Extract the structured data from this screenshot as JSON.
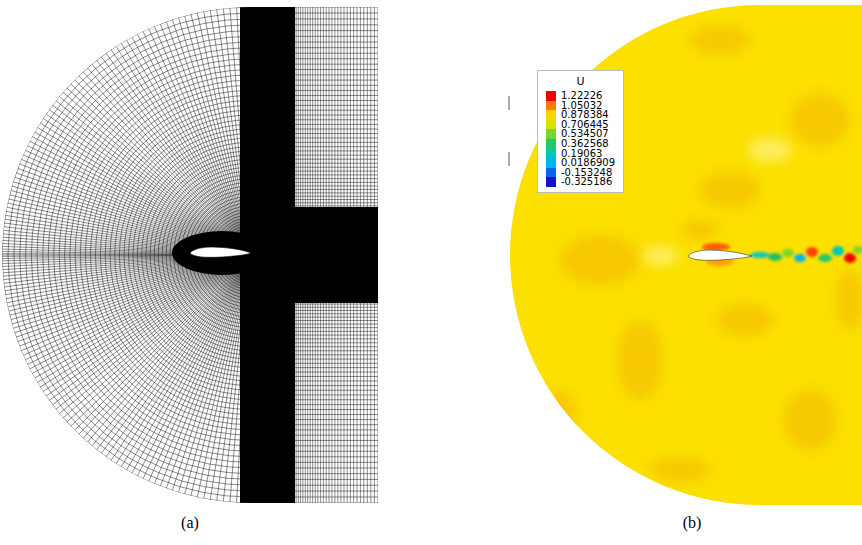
{
  "diagram": {
    "labels": [
      "(a)",
      "(b)",
      "U"
    ],
    "legend": [
      {
        "text": "1.22226",
        "color": "#ee0000"
      },
      {
        "text": "1.05032",
        "color": "#ff7a00"
      },
      {
        "text": "0.878384",
        "color": "#ffd200"
      },
      {
        "text": "0.706445",
        "color": "#d4e400"
      },
      {
        "text": "0.534507",
        "color": "#7ad62a"
      },
      {
        "text": "0.362568",
        "color": "#22c86a"
      },
      {
        "text": "0.19063",
        "color": "#00c8b4"
      },
      {
        "text": "0.0186909",
        "color": "#00b4f0"
      },
      {
        "text": "-0.153248",
        "color": "#0a64f0"
      },
      {
        "text": "-0.325186",
        "color": "#1414c8"
      }
    ]
  }
}
